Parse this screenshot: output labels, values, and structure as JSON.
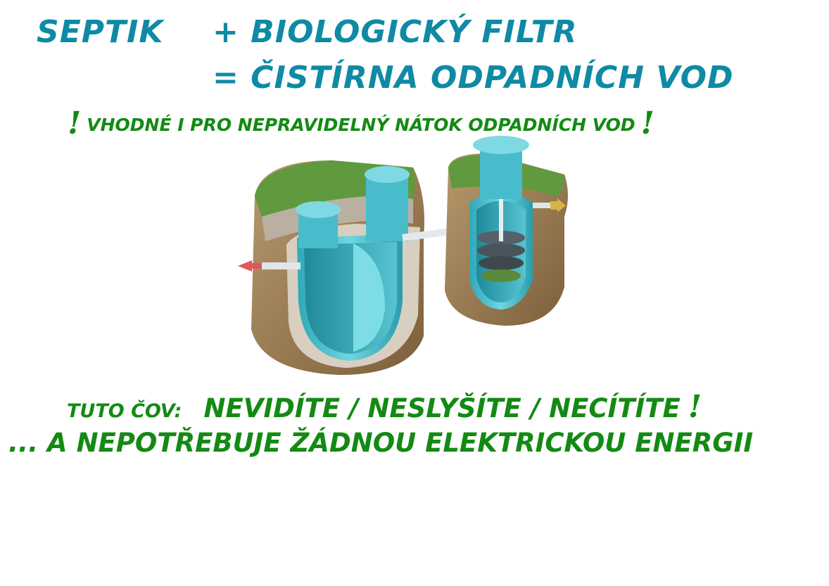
{
  "heading": {
    "line1_left": "SEPTIK",
    "line1_right": "+ BIOLOGICKÝ FILTR",
    "line2": "= ČISTÍRNA ODPADNÍCH VOD"
  },
  "notice": {
    "excl_left": "!",
    "text": "VHODNÉ I PRO NEPRAVIDELNÝ NÁTOK ODPADNÍCH VOD",
    "excl_right": "!"
  },
  "claims": {
    "label": "TUTO ČOV:",
    "text": "NEVIDÍTE / NESLYŠÍTE / NECÍTÍTE",
    "excl": "!",
    "line2": "... A NEPOTŘEBUJE ŽÁDNOU ELEKTRICKOU ENERGII"
  },
  "colors": {
    "heading": "#0e8aa5",
    "green_text": "#138a13",
    "tank": "#4fc3cf",
    "soil": "#9a7a52",
    "grass": "#5f9a3e"
  }
}
